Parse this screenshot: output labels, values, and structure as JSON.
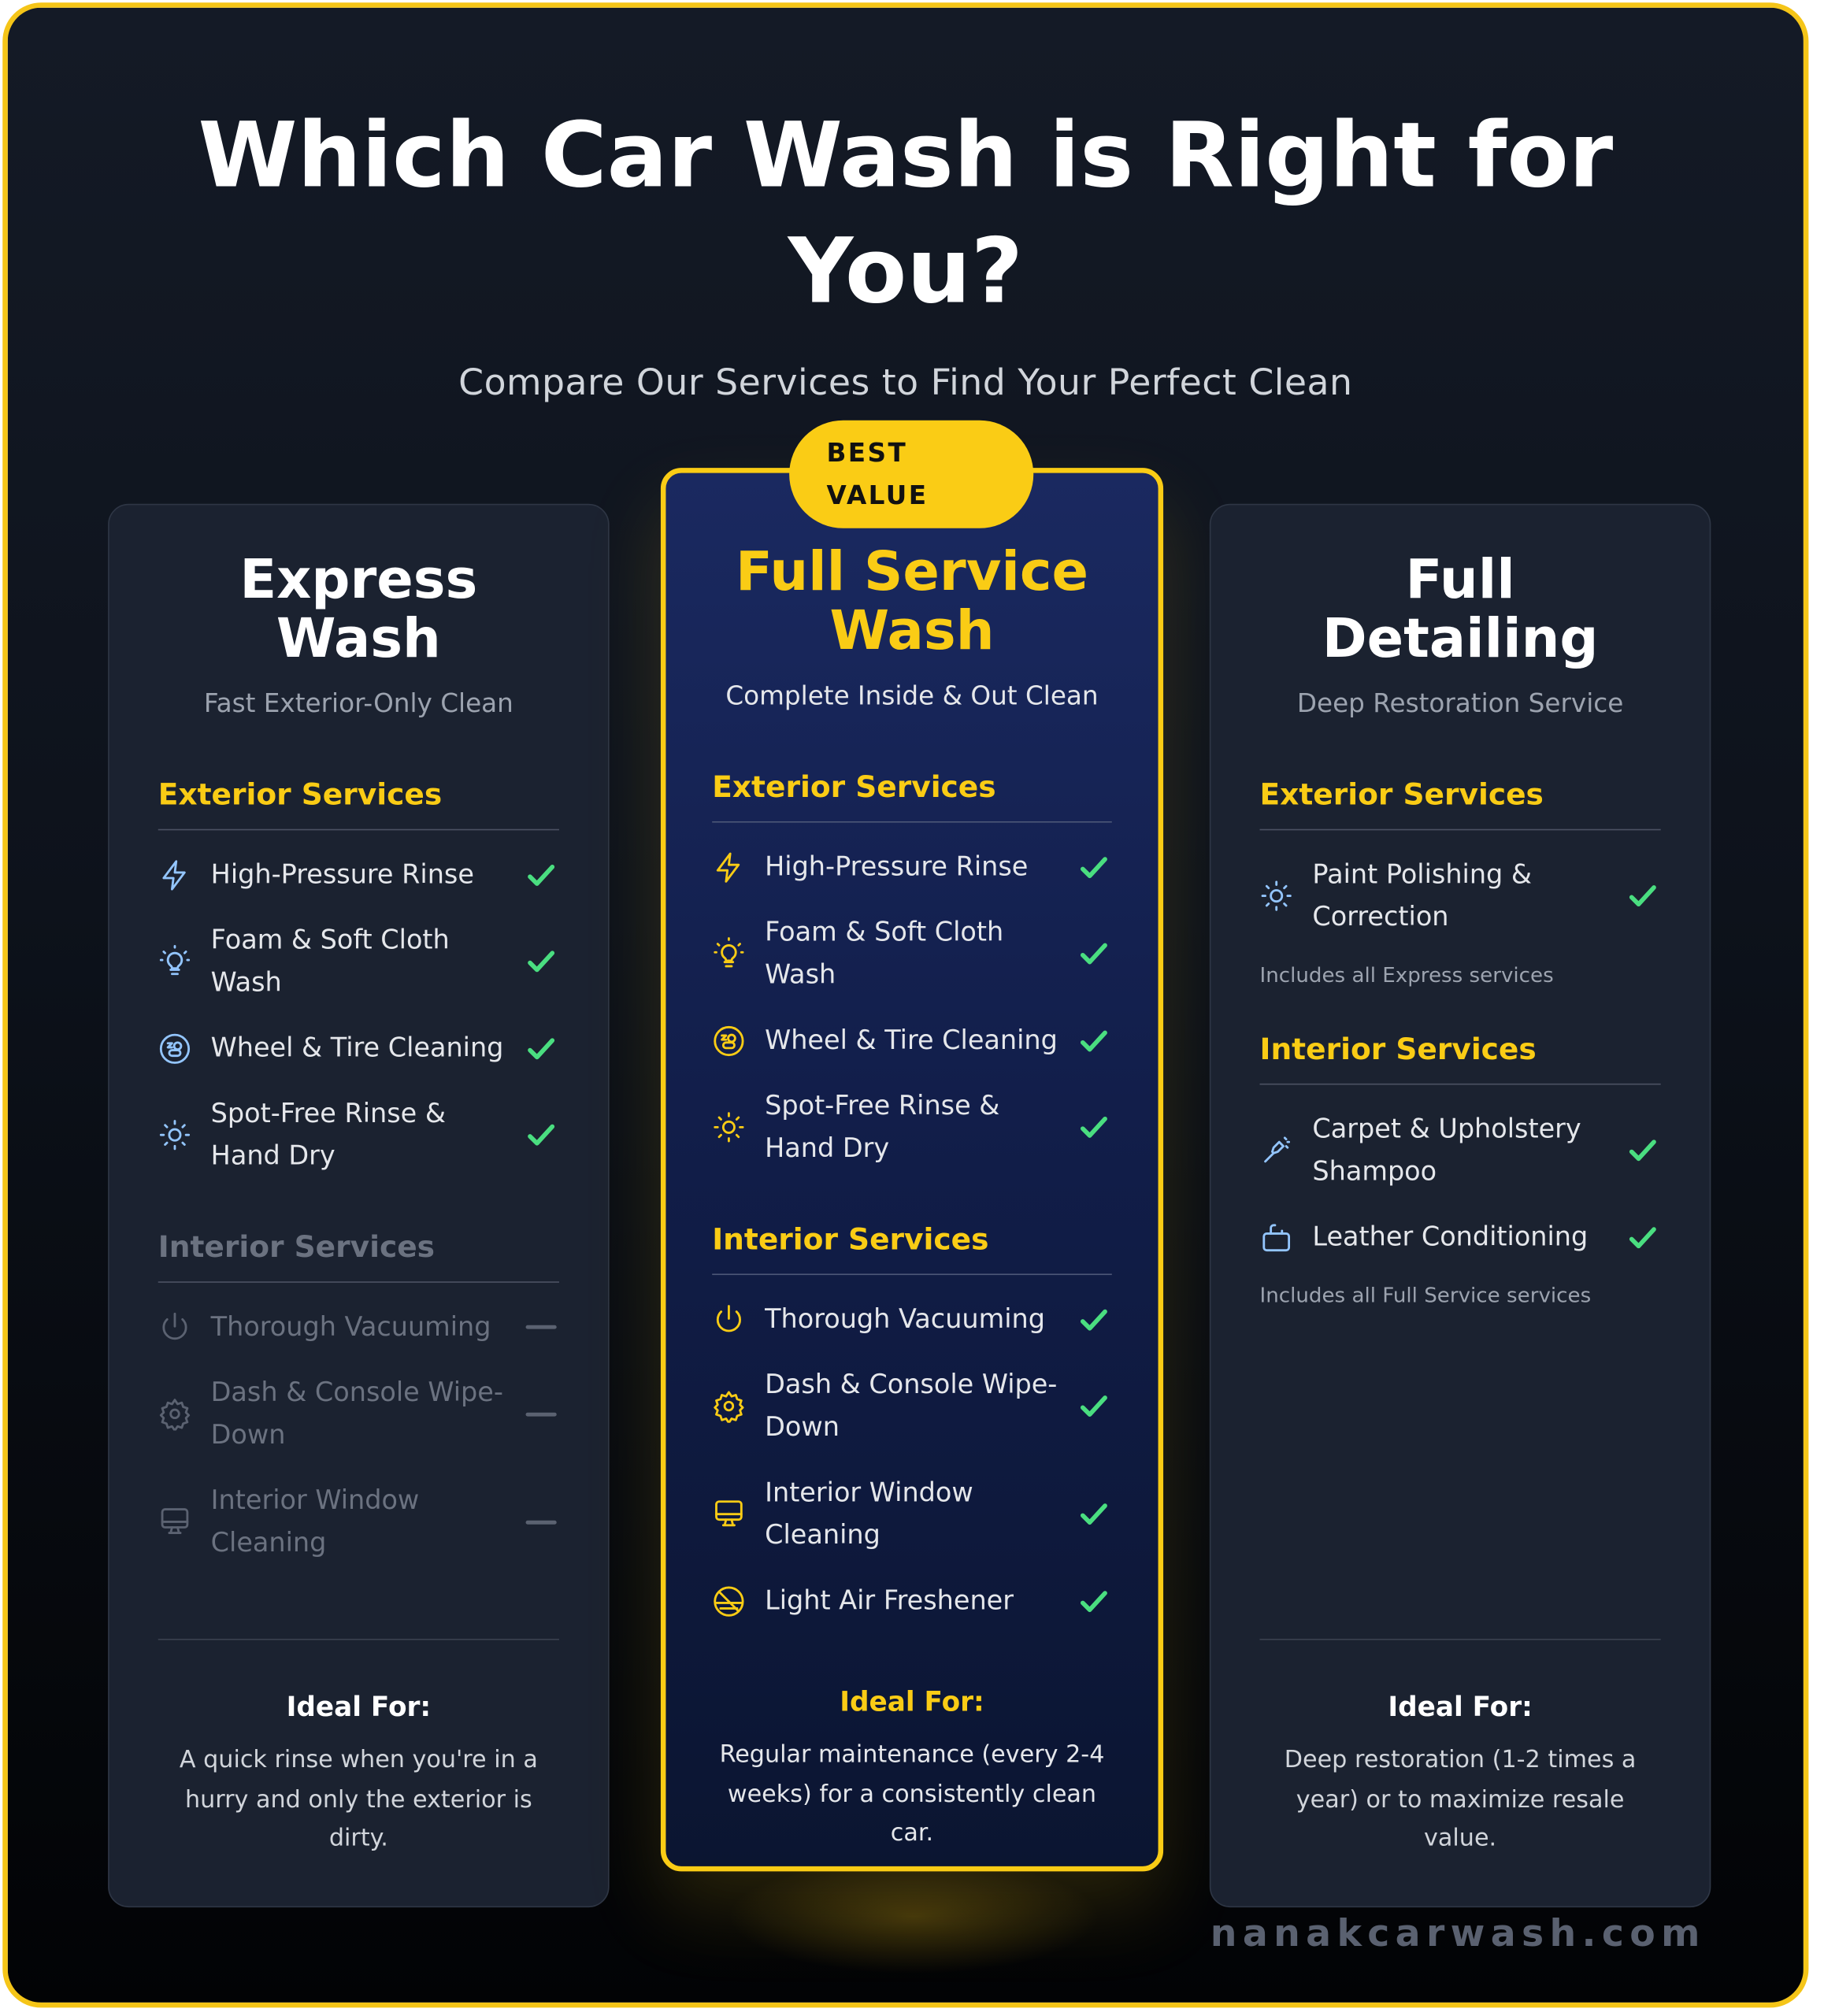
{
  "header": {
    "title": "Which Car Wash is Right for You?",
    "subtitle": "Compare Our Services to Find Your Perfect Clean"
  },
  "colors": {
    "accent": "#facc15",
    "check": "#4ade80",
    "icon": "#93c5fd",
    "background": "#0d121b"
  },
  "badge": "BEST\nVALUE",
  "cards": [
    {
      "key": "express",
      "title": "Express Wash",
      "subtitle": "Fast Exterior-Only Clean",
      "sections": [
        {
          "heading": "Exterior Services",
          "disabled": false,
          "items": [
            {
              "label": "High-Pressure Rinse",
              "icon": "bolt-icon",
              "status": "included"
            },
            {
              "label": "Foam & Soft Cloth Wash",
              "icon": "lightbulb-icon",
              "status": "included"
            },
            {
              "label": "Wheel & Tire Cleaning",
              "icon": "wheel-icon",
              "status": "included"
            },
            {
              "label": "Spot-Free Rinse & Hand Dry",
              "icon": "sun-icon",
              "status": "included"
            }
          ]
        },
        {
          "heading": "Interior Services",
          "disabled": true,
          "items": [
            {
              "label": "Thorough Vacuuming",
              "icon": "power-icon",
              "status": "not-included"
            },
            {
              "label": "Dash & Console Wipe-Down",
              "icon": "gear-icon",
              "status": "not-included"
            },
            {
              "label": "Interior Window Cleaning",
              "icon": "monitor-icon",
              "status": "not-included"
            }
          ]
        }
      ],
      "ideal_heading": "Ideal For:",
      "ideal_text": "A quick rinse when you're in a hurry and only the exterior is dirty."
    },
    {
      "key": "full-service",
      "title": "Full Service Wash",
      "subtitle": "Complete Inside & Out Clean",
      "sections": [
        {
          "heading": "Exterior Services",
          "disabled": false,
          "items": [
            {
              "label": "High-Pressure Rinse",
              "icon": "bolt-icon",
              "status": "included"
            },
            {
              "label": "Foam & Soft Cloth Wash",
              "icon": "lightbulb-icon",
              "status": "included"
            },
            {
              "label": "Wheel & Tire Cleaning",
              "icon": "wheel-icon",
              "status": "included"
            },
            {
              "label": "Spot-Free Rinse & Hand Dry",
              "icon": "sun-icon",
              "status": "included"
            }
          ]
        },
        {
          "heading": "Interior Services",
          "disabled": false,
          "items": [
            {
              "label": "Thorough Vacuuming",
              "icon": "power-icon",
              "status": "included"
            },
            {
              "label": "Dash & Console Wipe-Down",
              "icon": "gear-icon",
              "status": "included"
            },
            {
              "label": "Interior Window Cleaning",
              "icon": "monitor-icon",
              "status": "included"
            },
            {
              "label": "Light Air Freshener",
              "icon": "no-smoking-icon",
              "status": "included"
            }
          ]
        }
      ],
      "ideal_heading": "Ideal For:",
      "ideal_text": "Regular maintenance (every 2-4 weeks) for a consistently clean car."
    },
    {
      "key": "detailing",
      "title": "Full Detailing",
      "subtitle": "Deep Restoration Service",
      "sections": [
        {
          "heading": "Exterior Services",
          "disabled": false,
          "items": [
            {
              "label": "Paint Polishing & Correction",
              "icon": "sun-icon",
              "status": "included"
            }
          ],
          "note": "Includes all Express services"
        },
        {
          "heading": "Interior Services",
          "disabled": false,
          "items": [
            {
              "label": "Carpet & Upholstery Shampoo",
              "icon": "spray-icon",
              "status": "included"
            },
            {
              "label": "Leather Conditioning",
              "icon": "bag-icon",
              "status": "included"
            }
          ],
          "note": "Includes all Full Service services"
        }
      ],
      "ideal_heading": "Ideal For:",
      "ideal_text": "Deep restoration (1-2 times a year) or to maximize resale value."
    }
  ],
  "watermark": "nanakcarwash.com"
}
